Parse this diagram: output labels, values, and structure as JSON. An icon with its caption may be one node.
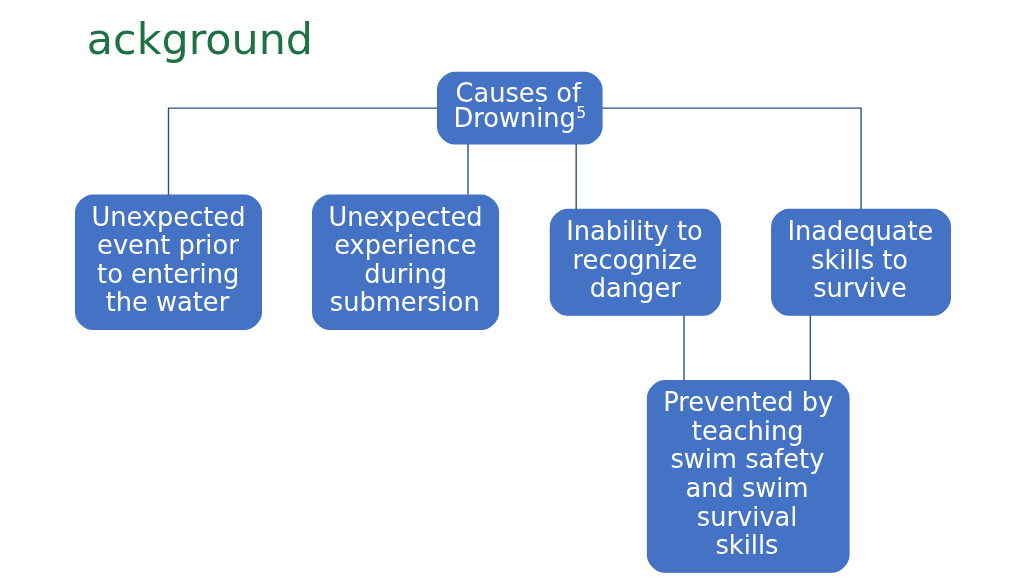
{
  "diagram": {
    "title": "ackground",
    "nodes": [
      {
        "text": [
          "Causes of Drowning$^{5}$"
        ]
      },
      {
        "text": [
          "Unexpected event prior to entering the water"
        ]
      },
      {
        "text": [
          "Unexpected experience during submersion"
        ]
      },
      {
        "text": [
          "Inability to recognize danger"
        ]
      },
      {
        "text": [
          "Inadequate skills to survive"
        ]
      },
      {
        "text": [
          "Prevented by teaching swim safety and swim survival skills"
        ]
      }
    ],
    "edges": [
      {
        "from": 0,
        "to": 1,
        "arrow": "none"
      },
      {
        "from": 0,
        "to": 2,
        "arrow": "none"
      },
      {
        "from": 0,
        "to": 3,
        "arrow": "none"
      },
      {
        "from": 0,
        "to": 4,
        "arrow": "none"
      },
      {
        "from": 3,
        "to": 5,
        "arrow": "none"
      },
      {
        "from": 4,
        "to": 5,
        "arrow": "none"
      }
    ]
  }
}
